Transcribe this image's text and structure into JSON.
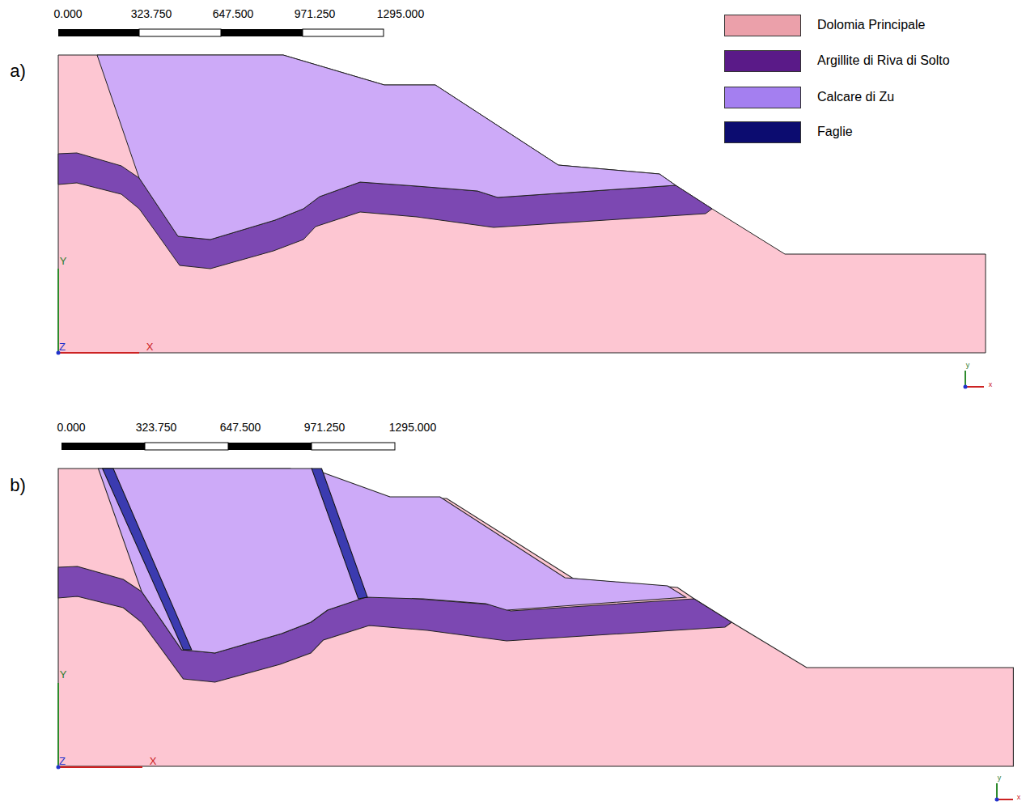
{
  "diagram": {
    "labels": [
      "0.000",
      "323.750",
      "647.500",
      "971.250",
      "1295.000",
      "a)",
      "Y",
      "Z",
      "X",
      "y",
      "x",
      "0.000",
      "323.750",
      "647.500",
      "971.250",
      "1295.000",
      "b)",
      "Y",
      "Z",
      "X",
      "y",
      "x"
    ],
    "legend": [
      {
        "text": "Dolomia Principale",
        "color": "#eba0aa"
      },
      {
        "text": "Argillite di Riva di Solto",
        "color": "#5a1a88"
      },
      {
        "text": "Calcare di Zu",
        "color": "#a47ff0"
      },
      {
        "text": "Faglie",
        "color": "#0c0c70"
      }
    ]
  }
}
